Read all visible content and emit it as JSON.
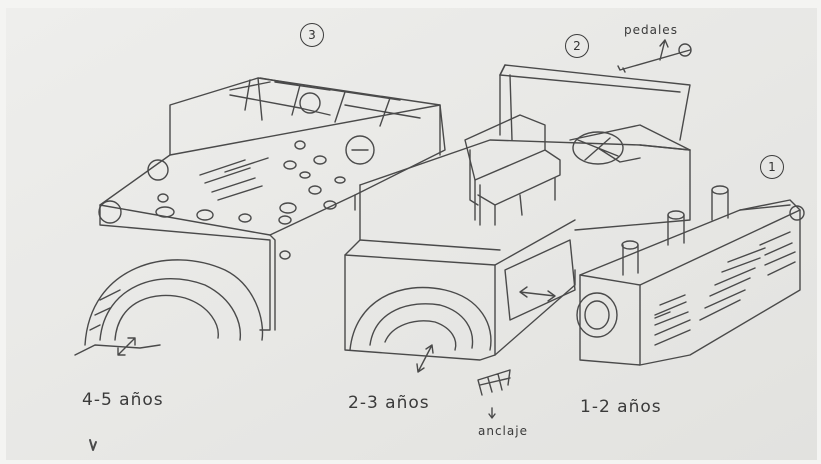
{
  "sketch": {
    "module_numbers": [
      "1",
      "2",
      "3"
    ],
    "age_labels": {
      "module1": "1-2 años",
      "module2": "2-3 años",
      "module3": "4-5 años"
    },
    "annotations": {
      "pedals": "pedales",
      "anchor": "anclaje"
    }
  }
}
